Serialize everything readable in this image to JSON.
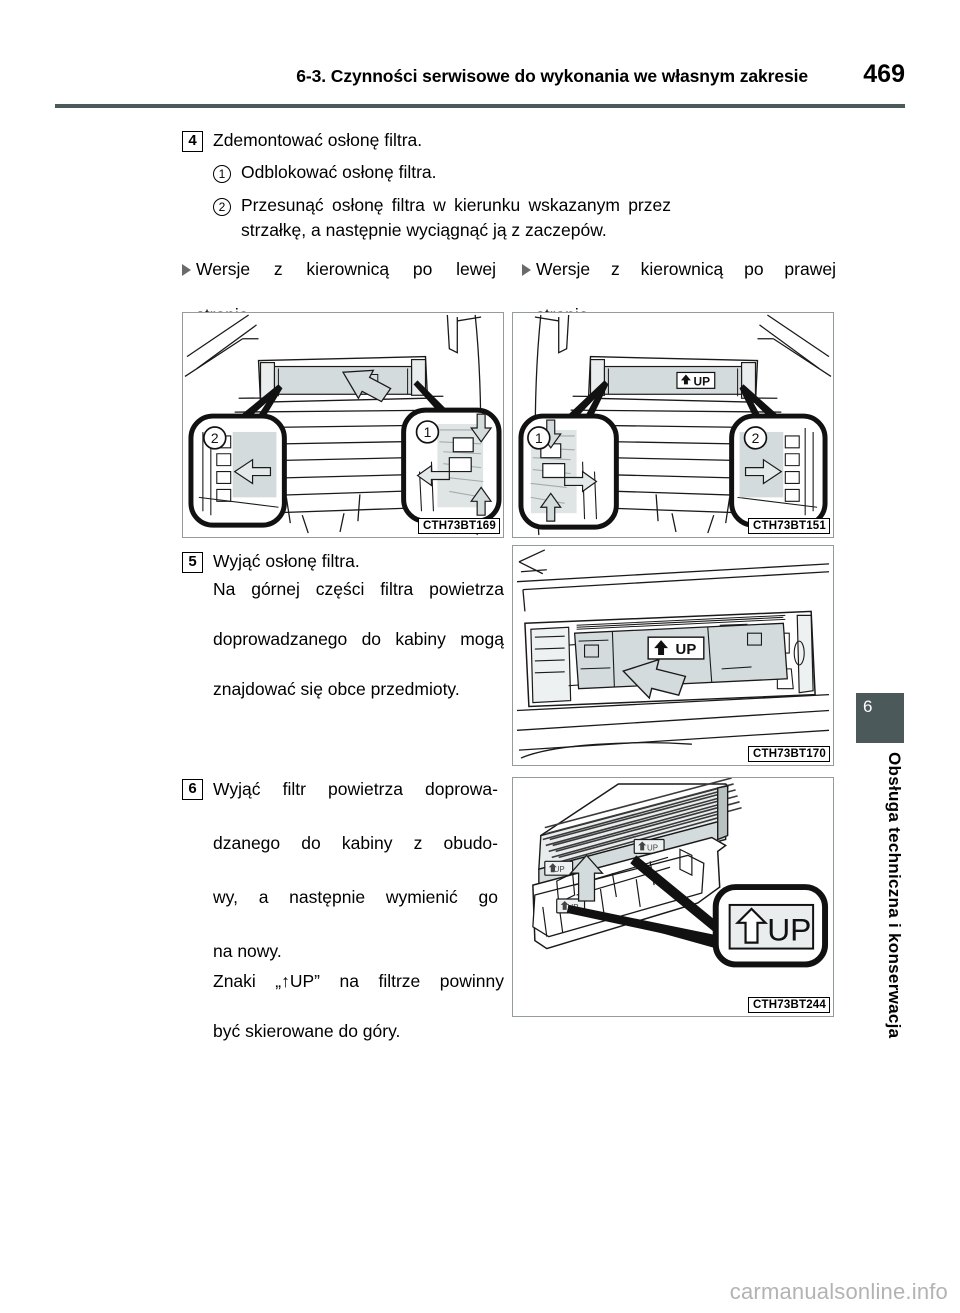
{
  "header": {
    "title": "6-3. Czynności serwisowe do wykonania we własnym zakresie",
    "page_number": "469",
    "rule_color": "#4c595b"
  },
  "steps": [
    {
      "number": "4",
      "text": "Zdemontować osłonę filtra.",
      "substeps": [
        {
          "number": "1",
          "text": "Odblokować osłonę filtra."
        },
        {
          "number": "2",
          "text": "Przesunąć osłonę filtra w kierunku wskazanym przez strzałkę,",
          "text_line2": "a następnie wyciągnąć ją z zaczepów."
        }
      ]
    },
    {
      "number": "5",
      "text": "Wyjąć osłonę filtra.",
      "note_line1": "Na górnej części filtra powietrza",
      "note_line2": "doprowadzanego do kabiny mogą",
      "note_line3": "znajdować się obce przedmioty."
    },
    {
      "number": "6",
      "text_line1": "Wyjąć filtr powietrza doprowa-",
      "text_line2": "dzanego do kabiny z obudo-",
      "text_line3": "wy, a następnie wymienić go",
      "text_line4": "na nowy.",
      "note_prefix": "Znaki  „",
      "note_arrow": "↑",
      "note_up": "UP”",
      "note_line1_rest": " na filtrze powinny",
      "note_line2": "być skierowane do góry."
    }
  ],
  "subsections": [
    {
      "label_line1": "Wersje z kierownicą po lewej",
      "label_line2": "stronie"
    },
    {
      "label_line1": "Wersje z kierownicą po prawej",
      "label_line2": "stronie"
    }
  ],
  "figures": [
    {
      "code": "CTH73BT169",
      "callouts": [
        "2",
        "1"
      ]
    },
    {
      "code": "CTH73BT151",
      "callouts": [
        "1",
        "2"
      ],
      "label": "UP"
    },
    {
      "code": "CTH73BT170",
      "label": "UP"
    },
    {
      "code": "CTH73BT244",
      "label": "UP"
    }
  ],
  "sidebar": {
    "chapter_number": "6",
    "chapter_title": "Obsługa techniczna i konserwacja",
    "chip_color": "#4c595b"
  },
  "footer": {
    "watermark": "carmanualsonline.info"
  }
}
